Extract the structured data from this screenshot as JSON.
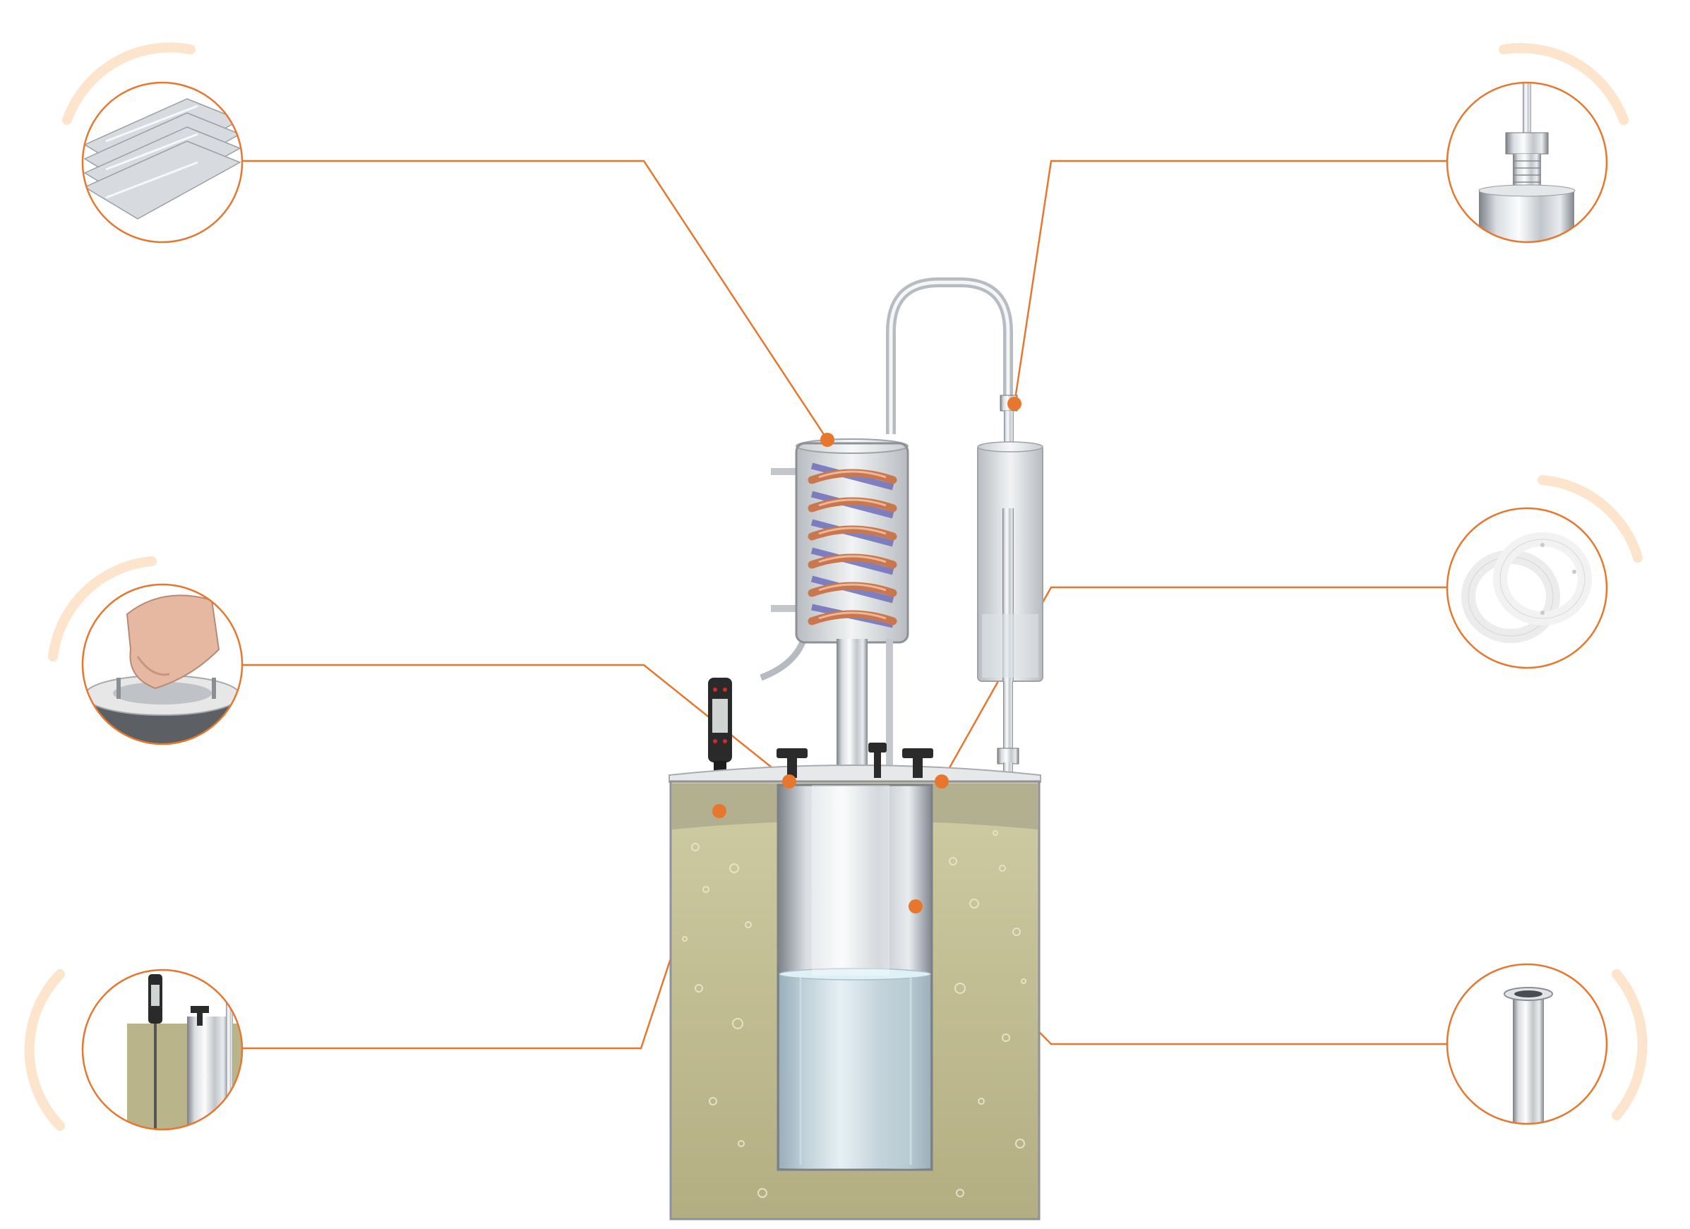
{
  "diagram": {
    "subject": "distiller-with-reflux-condenser-and-thermometer",
    "accent_color": "#E8772E",
    "glow_color": "#FBD9B8",
    "steel_light": "#EEF0F2",
    "steel_mid": "#B9BEC4",
    "steel_dark": "#6E747B",
    "liquid_color": "#B9B48A",
    "water_color": "#C9DCE6",
    "copper_color": "#C9774E",
    "coolant_color": "#6F6FB8",
    "gasket_color": "#F2F2F2",
    "thermometer_red": "#D22A2A"
  },
  "callouts": [
    {
      "id": "steel-sheet",
      "icon": "steel-sheets-icon",
      "side": "left"
    },
    {
      "id": "clamp-gasket",
      "icon": "hand-clamp-icon",
      "side": "left"
    },
    {
      "id": "thermometer",
      "icon": "thermometer-detail-icon",
      "side": "left"
    },
    {
      "id": "union-nut",
      "icon": "union-nut-fitting-icon",
      "side": "right"
    },
    {
      "id": "gaskets",
      "icon": "silicone-gaskets-icon",
      "side": "right"
    },
    {
      "id": "tube",
      "icon": "steel-tube-icon",
      "side": "right"
    }
  ]
}
